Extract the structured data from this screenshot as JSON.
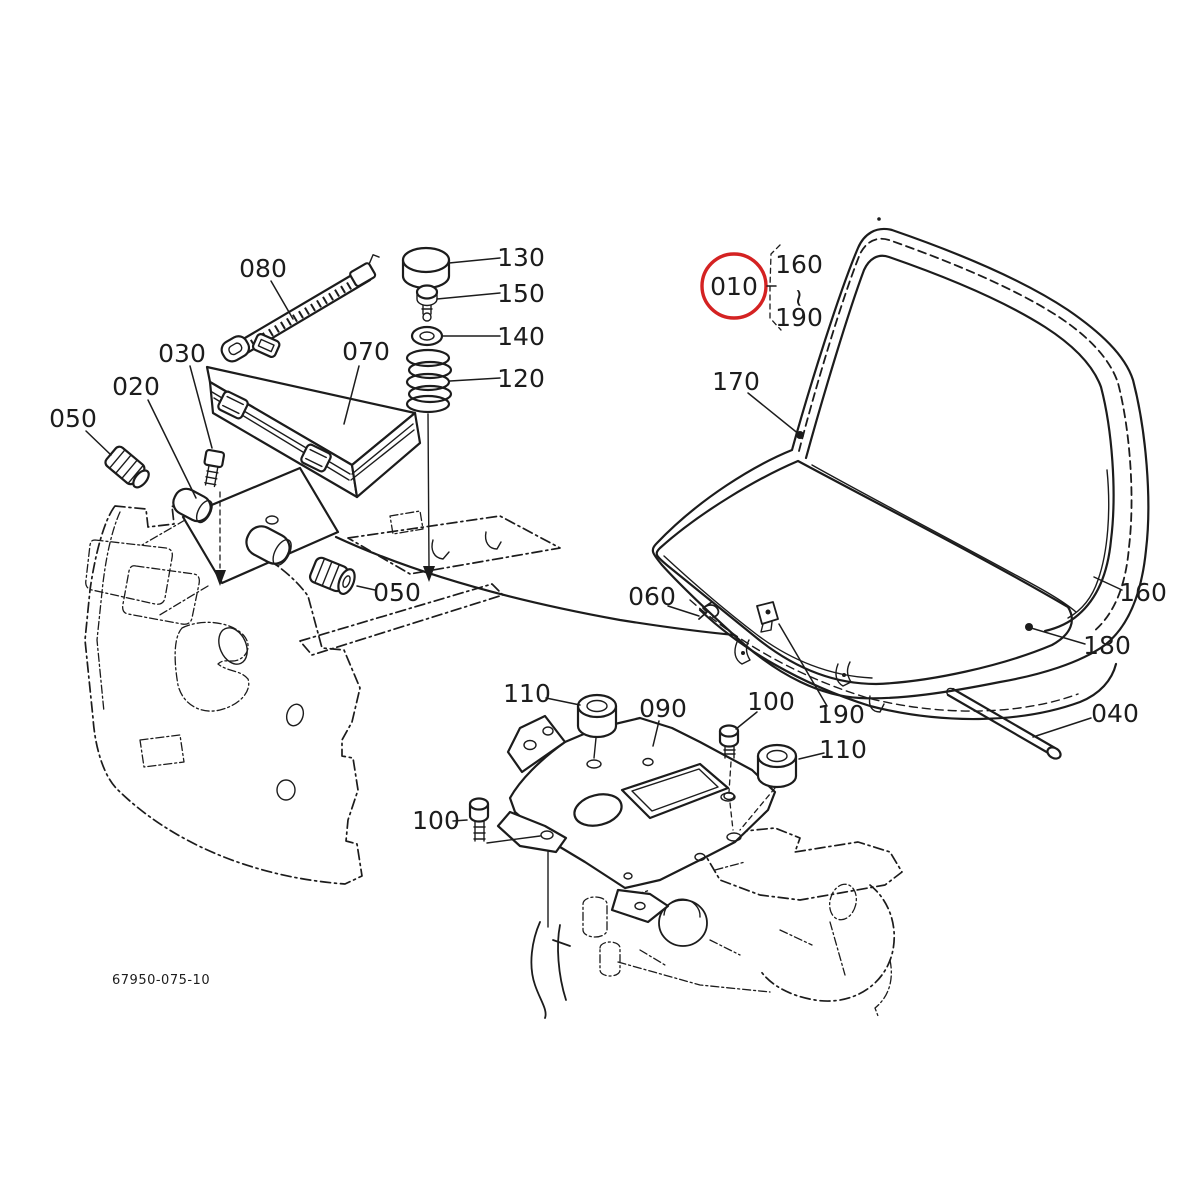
{
  "diagram": {
    "drawing_number": "67950-075-10",
    "colors": {
      "background": "#ffffff",
      "ink": "#1c1c1c",
      "highlight": "#d42222"
    },
    "assembly_callout": {
      "ref": "010",
      "range_start": "160",
      "range_end": "190",
      "separator": "~"
    },
    "callouts": {
      "c020": "020",
      "c030": "030",
      "c040": "040",
      "c050a": "050",
      "c050b": "050",
      "c060": "060",
      "c070": "070",
      "c080": "080",
      "c090": "090",
      "c100a": "100",
      "c100b": "100",
      "c110a": "110",
      "c110b": "110",
      "c120": "120",
      "c130": "130",
      "c140": "140",
      "c150": "150",
      "c160": "160",
      "c170": "170",
      "c180": "180",
      "c190": "190"
    }
  }
}
